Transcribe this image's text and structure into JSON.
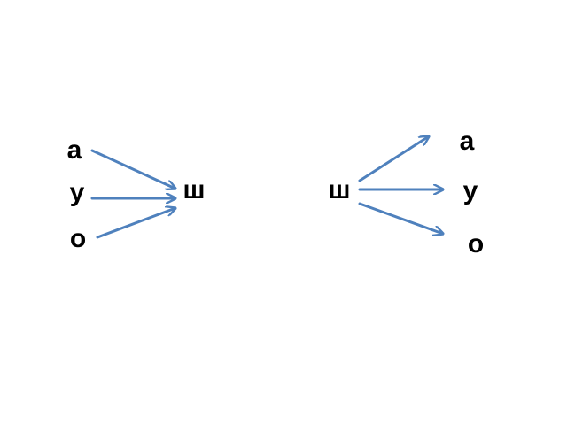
{
  "diagram": {
    "arrow_color": "#4f81bd",
    "text_color": "#000000",
    "left_group": {
      "sources": [
        {
          "label": "а"
        },
        {
          "label": "у"
        },
        {
          "label": "о"
        }
      ],
      "target": {
        "label": "ш"
      }
    },
    "right_group": {
      "source": {
        "label": "ш"
      },
      "targets": [
        {
          "label": "а"
        },
        {
          "label": "у"
        },
        {
          "label": "о"
        }
      ]
    }
  }
}
